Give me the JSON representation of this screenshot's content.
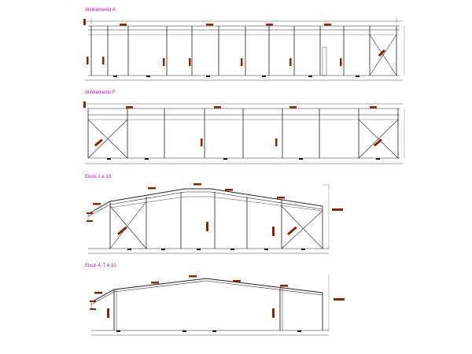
{
  "sections": [
    {
      "id": "a",
      "title": "Alinhamento A"
    },
    {
      "id": "f",
      "title": "Alinhamento F"
    },
    {
      "id": "e1",
      "title": "Eixos 1 e 13"
    },
    {
      "id": "e4",
      "title": "Eixos 4, 7 e 10"
    }
  ],
  "colors": {
    "title": "#c000c0",
    "line": "#222222",
    "label": "#8b2500",
    "dim": "#aa0000"
  }
}
